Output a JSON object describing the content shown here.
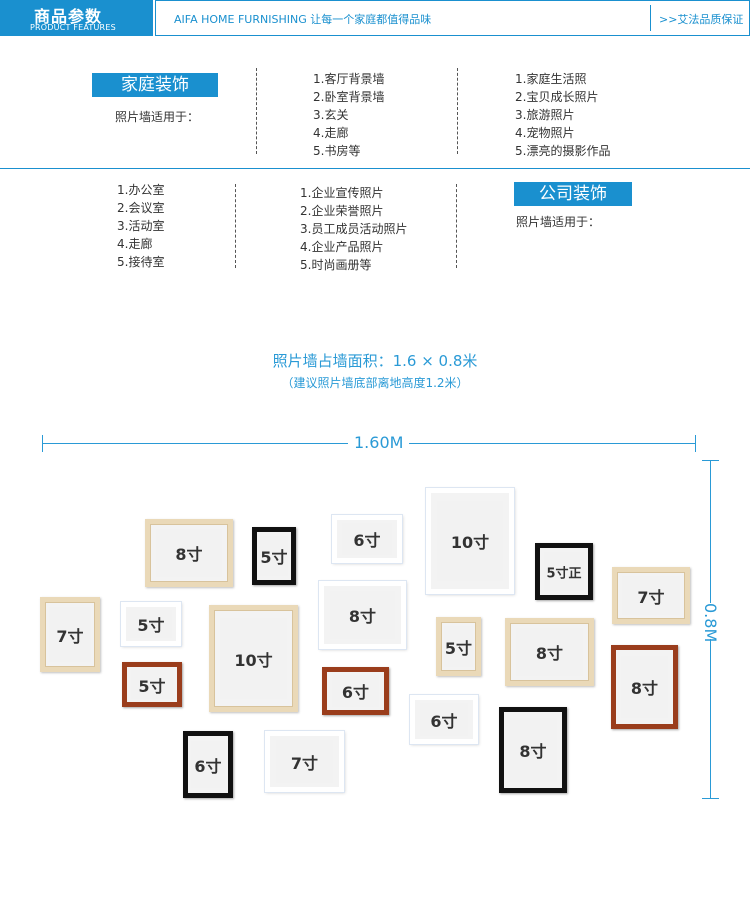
{
  "header": {
    "title": "商品参数",
    "subtitle": "PRODUCT FEATURES",
    "tagline": "AIFA HOME FURNISHING  让每一个家庭都值得品味",
    "guarantee": ">>艾法品质保证"
  },
  "home": {
    "title": "家庭装饰",
    "label": "照片墙适用于：",
    "rooms": [
      "1.客厅背景墙",
      "2.卧室背景墙",
      "3.玄关",
      "4.走廊",
      "5.书房等"
    ],
    "photos": [
      "1.家庭生活照",
      "2.宝贝成长照片",
      "3.旅游照片",
      "4.宠物照片",
      "5.漂亮的摄影作品"
    ]
  },
  "company": {
    "title": "公司装饰",
    "label": "照片墙适用于：",
    "rooms": [
      "1.办公室",
      "2.会议室",
      "3.活动室",
      "4.走廊",
      "5.接待室"
    ],
    "photos": [
      "1.企业宣传照片",
      "2.企业荣誉照片",
      "3.员工成员活动照片",
      "4.企业产品照片",
      "5.时尚画册等"
    ]
  },
  "area": {
    "title": "照片墙占墙面积：1.6 × 0.8米",
    "note": "（建议照片墙底部离地高度1.2米）",
    "width_label": "1.60M",
    "height_label": "0.8M"
  },
  "frames": [
    {
      "label": "8寸",
      "color": "natural"
    },
    {
      "label": "5寸",
      "color": "black"
    },
    {
      "label": "6寸",
      "color": "white"
    },
    {
      "label": "10寸",
      "color": "white"
    },
    {
      "label": "5寸正",
      "color": "black"
    },
    {
      "label": "7寸",
      "color": "natural"
    },
    {
      "label": "7寸",
      "color": "natural"
    },
    {
      "label": "5寸",
      "color": "white"
    },
    {
      "label": "10寸",
      "color": "natural"
    },
    {
      "label": "8寸",
      "color": "white"
    },
    {
      "label": "5寸",
      "color": "natural"
    },
    {
      "label": "8寸",
      "color": "natural"
    },
    {
      "label": "8寸",
      "color": "brown"
    },
    {
      "label": "5寸",
      "color": "brown"
    },
    {
      "label": "6寸",
      "color": "brown"
    },
    {
      "label": "6寸",
      "color": "white"
    },
    {
      "label": "8寸",
      "color": "black"
    },
    {
      "label": "6寸",
      "color": "black"
    },
    {
      "label": "7寸",
      "color": "white"
    }
  ]
}
